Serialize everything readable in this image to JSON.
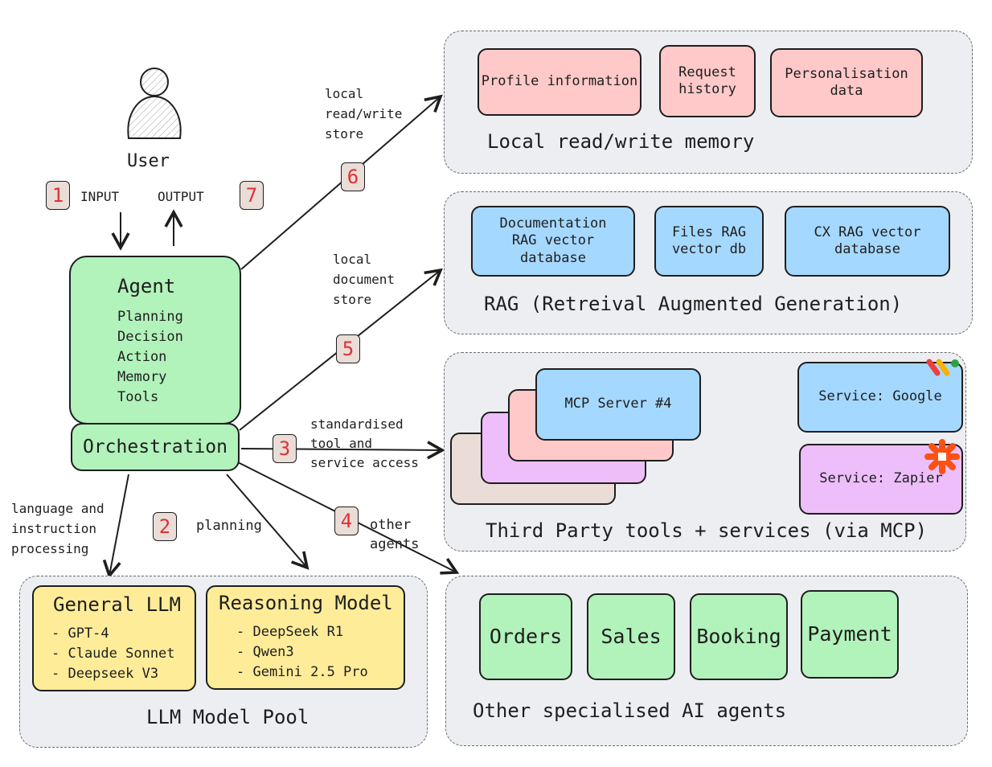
{
  "user": {
    "label": "User"
  },
  "io": {
    "input_label": "INPUT",
    "output_label": "OUTPUT",
    "input_step": "1",
    "output_step": "7"
  },
  "agent": {
    "title": "Agent",
    "capabilities": [
      "Planning",
      "Decision",
      "Action",
      "Memory",
      "Tools"
    ],
    "orchestration": "Orchestration"
  },
  "edges": {
    "memory": {
      "step": "6",
      "label": [
        "local",
        "read/write",
        "store"
      ]
    },
    "rag": {
      "step": "5",
      "label": [
        "local",
        "document",
        "store"
      ]
    },
    "mcp": {
      "step": "3",
      "label": [
        "standardised",
        "tool and",
        "service access"
      ]
    },
    "agents": {
      "step": "4",
      "label": [
        "other",
        "agents"
      ]
    },
    "planning": {
      "step": "2",
      "label": [
        "planning"
      ]
    },
    "language": {
      "label": [
        "language and",
        "instruction",
        "processing"
      ]
    }
  },
  "memory_pool": {
    "title": "Local read/write memory",
    "items": [
      [
        "Profile information"
      ],
      [
        "Request",
        "history"
      ],
      [
        "Personalisation",
        "data"
      ]
    ]
  },
  "rag_pool": {
    "title": "RAG (Retreival Augmented Generation)",
    "items": [
      [
        "Documentation",
        "RAG vector",
        "database"
      ],
      [
        "Files RAG",
        "vector db"
      ],
      [
        "CX RAG vector",
        "database"
      ]
    ]
  },
  "mcp_pool": {
    "title": "Third Party tools + services (via MCP)",
    "server": "MCP Server #4",
    "services": [
      "Service: Google",
      "Service: Zapier"
    ]
  },
  "agents_pool": {
    "title": "Other specialised AI agents",
    "items": [
      "Orders",
      "Sales",
      "Booking",
      "Payment"
    ]
  },
  "llm_pool": {
    "title": "LLM Model Pool",
    "general": {
      "title": "General LLM",
      "items": [
        "- GPT-4",
        "- Claude Sonnet",
        "- Deepseek V3"
      ]
    },
    "reasoning": {
      "title": "Reasoning Model",
      "items": [
        "- DeepSeek R1",
        "- Qwen3",
        "- Gemini 2.5 Pro"
      ]
    }
  },
  "colors": {
    "memory": "#ffc9c9",
    "rag": "#a5d8ff",
    "agent": "#b2f2bb",
    "llm": "#ffec99",
    "mcp_service": "#eebefa",
    "step_number": "#e03131"
  }
}
